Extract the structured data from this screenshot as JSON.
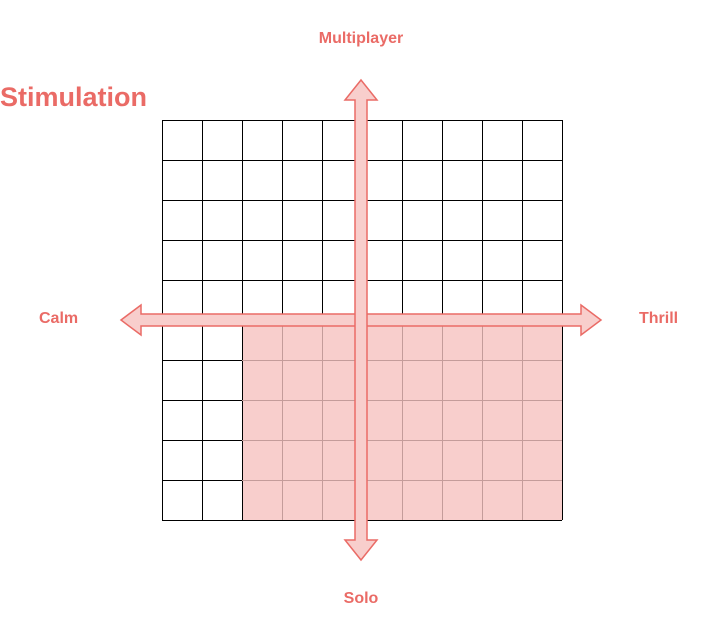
{
  "title": "Stimulation",
  "axes": {
    "top": "Multiplayer",
    "bottom": "Solo",
    "left": "Calm",
    "right": "Thrill"
  },
  "grid": {
    "columns": 10,
    "rows": 10,
    "shaded_region": {
      "first_column": 3,
      "last_column": 10,
      "first_row": 6,
      "last_row": 10
    }
  },
  "colors": {
    "accent": "#ea6b66",
    "shade_fill": "#f8cecc",
    "shade_line": "#c49c9a",
    "grid_line": "#000000"
  }
}
